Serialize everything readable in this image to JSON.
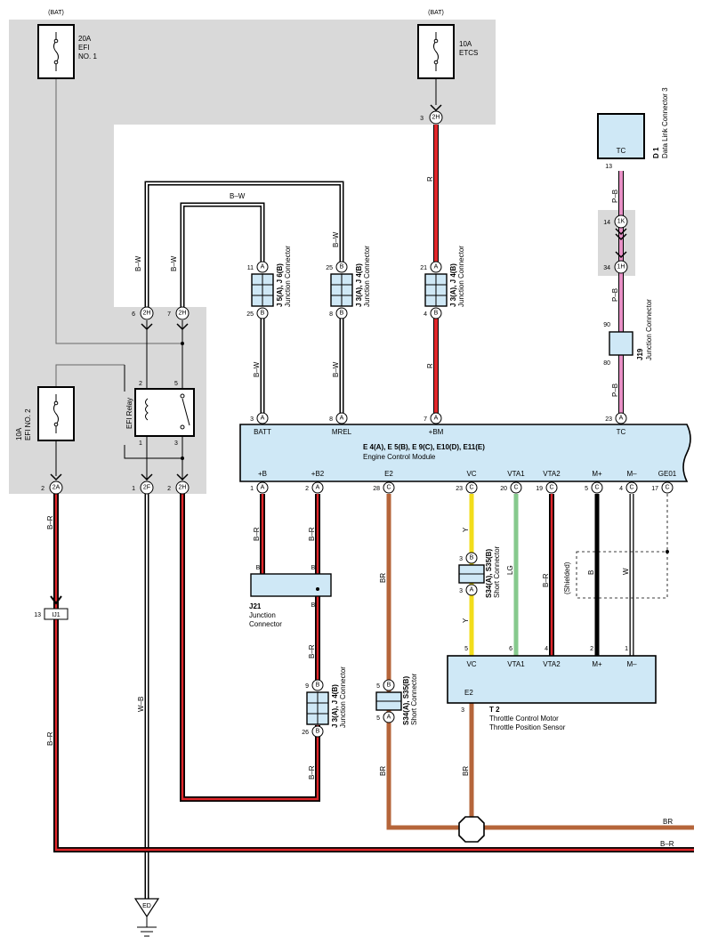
{
  "fuses": {
    "efi_no1": {
      "source": "(BAT)",
      "rating": "20A",
      "name1": "EFI",
      "name2": "NO. 1"
    },
    "etcs": {
      "source": "(BAT)",
      "rating": "10A",
      "name": "ETCS"
    },
    "efi_no2": {
      "rating": "10A",
      "name": "EFI NO. 2"
    }
  },
  "relay": {
    "name": "EFI Relay",
    "pins": [
      "2",
      "5",
      "1",
      "3"
    ]
  },
  "ecm": {
    "id": "E 4(A), E 5(B), E 9(C), E10(D), E11(E)",
    "name": "Engine Control Module",
    "top_terminals": [
      {
        "pin": "3",
        "conn": "A",
        "label": "BATT"
      },
      {
        "pin": "8",
        "conn": "A",
        "label": "MREL"
      },
      {
        "pin": "7",
        "conn": "A",
        "label": "+BM"
      },
      {
        "pin": "23",
        "conn": "A",
        "label": "TC"
      }
    ],
    "bottom_terminals": [
      {
        "pin": "1",
        "conn": "A",
        "label": "+B"
      },
      {
        "pin": "2",
        "conn": "A",
        "label": "+B2"
      },
      {
        "pin": "28",
        "conn": "C",
        "label": "E2"
      },
      {
        "pin": "23",
        "conn": "C",
        "label": "VC"
      },
      {
        "pin": "20",
        "conn": "C",
        "label": "VTA1"
      },
      {
        "pin": "19",
        "conn": "C",
        "label": "VTA2"
      },
      {
        "pin": "5",
        "conn": "C",
        "label": "M+"
      },
      {
        "pin": "4",
        "conn": "C",
        "label": "M–"
      },
      {
        "pin": "17",
        "conn": "C",
        "label": "GE01"
      }
    ]
  },
  "junction_connectors": {
    "j5": {
      "id": "J 5(A), J 6(B)",
      "name": "Junction Connector",
      "top_pin": "11",
      "top_conn": "A",
      "bottom_pin": "25",
      "bottom_conn": "B"
    },
    "j3a": {
      "id": "J 3(A), J 4(B)",
      "name": "Junction Connector",
      "top_pin": "25",
      "top_conn": "B",
      "bottom_pin": "8",
      "bottom_conn": "B"
    },
    "j3b": {
      "id": "J 3(A), J 4(B)",
      "name": "Junction Connector",
      "top_pin": "21",
      "top_conn": "A",
      "bottom_pin": "4",
      "bottom_conn": "B"
    },
    "j3c": {
      "id": "J 3(A), J 4(B)",
      "name": "Junction Connector",
      "top_pin": "9",
      "top_conn": "B",
      "bottom_pin": "26",
      "bottom_conn": "B"
    },
    "j19": {
      "id": "J19",
      "name": "Junction Connector",
      "top_pin": "90",
      "bottom_pin": "80"
    },
    "j21": {
      "id": "J21",
      "name1": "Junction",
      "name2": "Connector",
      "pin": "B"
    }
  },
  "dlc": {
    "id": "D 1",
    "name": "Data Link Connector 3",
    "terminal": "TC",
    "pin": "13"
  },
  "short_connectors": {
    "s1": {
      "id": "S34(A), S35(B)",
      "name": "Short Connector",
      "top_pin": "3",
      "top_conn": "B",
      "bottom_pin": "3",
      "bottom_conn": "A"
    },
    "s2": {
      "id": "S34(A), S35(B)",
      "name": "Short Connector",
      "top_pin": "5",
      "top_conn": "B",
      "bottom_pin": "5",
      "bottom_conn": "A"
    }
  },
  "throttle": {
    "id": "T 2",
    "name1": "Throttle Control Motor",
    "name2": "Throttle Position Sensor",
    "terminals": [
      {
        "pin": "5",
        "label": "VC"
      },
      {
        "pin": "6",
        "label": "VTA1"
      },
      {
        "pin": "4",
        "label": "VTA2"
      },
      {
        "pin": "2",
        "label": "M+"
      },
      {
        "pin": "1",
        "label": "M–"
      }
    ],
    "e2_pin": "3",
    "e2_label": "E2",
    "shielded": "(Shielded)"
  },
  "connector_pins": {
    "c2h_top": {
      "pin": "3",
      "id": "2H"
    },
    "c2h_l": {
      "pin": "6",
      "id": "2H"
    },
    "c2h_r": {
      "pin": "7",
      "id": "2H"
    },
    "c1k": {
      "pin": "14",
      "id": "1K"
    },
    "c1h": {
      "pin": "34",
      "id": "1H"
    },
    "c2a": {
      "pin": "2",
      "id": "2A"
    },
    "c2f": {
      "pin": "1",
      "id": "2F"
    },
    "c2h_b": {
      "pin": "2",
      "id": "2H"
    },
    "ij1": {
      "pin": "13",
      "id": "IJ1"
    },
    "ground": "ED"
  },
  "wire_colors": {
    "bw": "B–W",
    "r": "R",
    "pb": "P–B",
    "br": "B–R",
    "wb": "W–B",
    "brown": "BR",
    "y": "Y",
    "lg": "LG",
    "b": "B",
    "w": "W"
  },
  "colors": {
    "red": "#e0262a",
    "pink": "#e890c6",
    "yellow": "#f2dd1b",
    "light_green": "#86c98d",
    "brown": "#b5653a",
    "shade": "#d9d9d9",
    "box_fill": "#cfe8f6"
  }
}
